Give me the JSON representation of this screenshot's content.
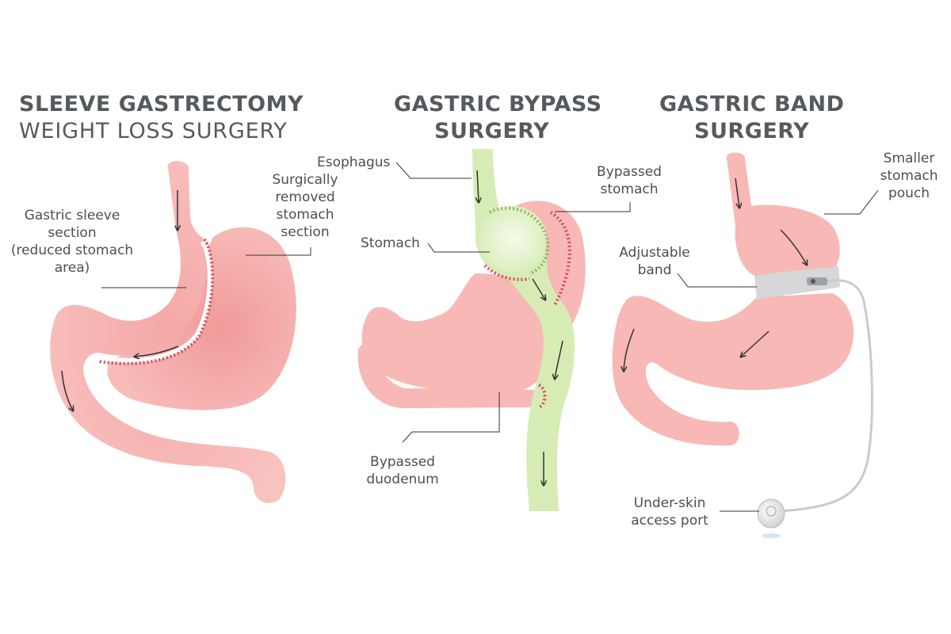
{
  "panels": [
    {
      "title_line1": "SLEEVE GASTRECTOMY",
      "title_line2": "WEIGHT LOSS SURGERY",
      "labels": {
        "gastric_sleeve": [
          "Gastric sleeve",
          "section",
          "(reduced stomach",
          "area)"
        ],
        "removed_section": [
          "Surgically",
          "removed",
          "stomach",
          "section"
        ]
      }
    },
    {
      "title_line1": "GASTRIC BYPASS",
      "title_line2": "SURGERY",
      "labels": {
        "esophagus": [
          "Esophagus"
        ],
        "bypassed_stomach": [
          "Bypassed",
          "stomach"
        ],
        "stomach": [
          "Stomach"
        ],
        "bypassed_duodenum": [
          "Bypassed",
          "duodenum"
        ]
      }
    },
    {
      "title_line1": "GASTRIC BAND",
      "title_line2": "SURGERY",
      "labels": {
        "smaller_pouch": [
          "Smaller",
          "stomach",
          "pouch"
        ],
        "adjustable_band": [
          "Adjustable",
          "band"
        ],
        "access_port": [
          "Under-skin",
          "access port"
        ]
      }
    }
  ],
  "colors": {
    "stomach_pink": "#f7b8b6",
    "stomach_deep": "#f19a9a",
    "staple_red": "#d44b5e",
    "intestine_green": "#d6ecb4",
    "band_gray": "#d5d7d9",
    "title_gray": "#555a5e",
    "leader_line": "#333333"
  },
  "icons": [
    "flow-arrow-icon",
    "access-port-icon"
  ]
}
